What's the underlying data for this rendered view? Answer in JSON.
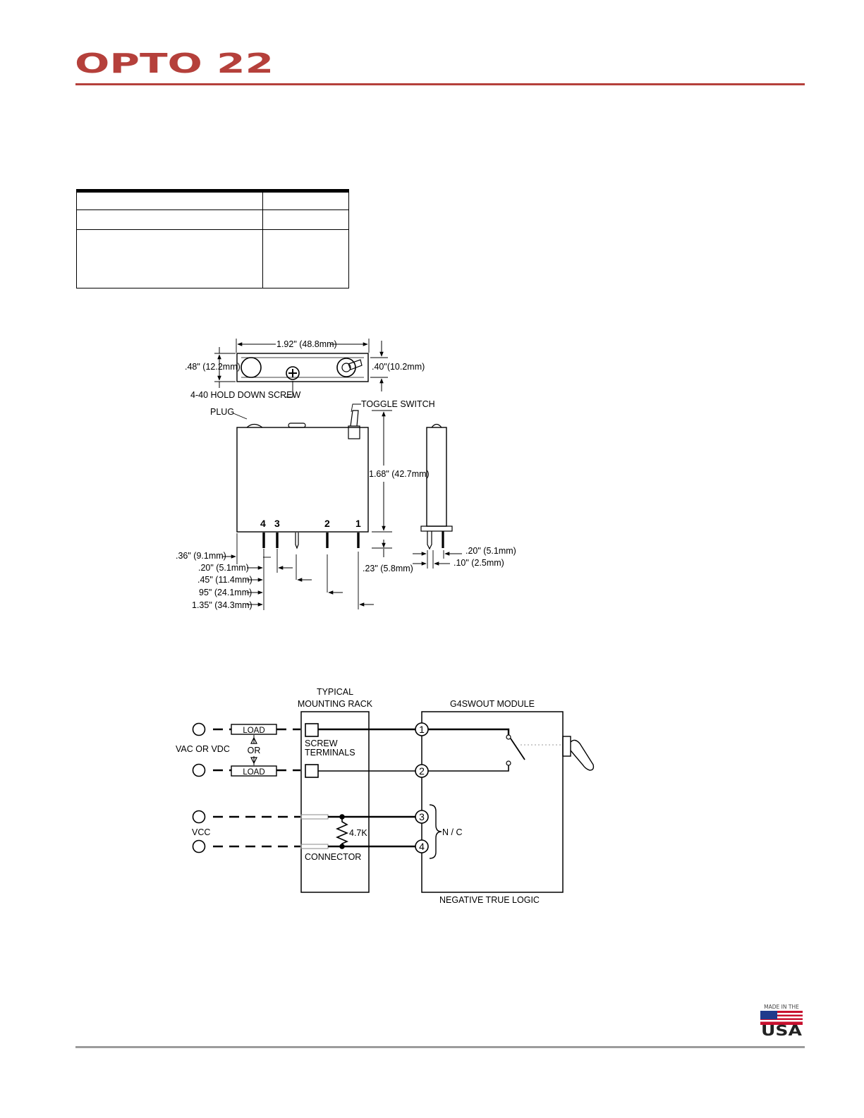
{
  "brand": {
    "logo_text": "OPTO 22",
    "logo_color": "#b5403b",
    "rule_color": "#b5403b",
    "footer_rule_color": "#9c9c9c"
  },
  "dimensional_drawing": {
    "width_label": "1.92\" (48.8mm)",
    "height_left_label": ".48\" (12.2mm)",
    "depth_right_label": ".40\"(10.2mm)",
    "hold_down_label": "4-40 HOLD DOWN SCREW",
    "plug_label": "PLUG",
    "toggle_label": "TOGGLE SWITCH",
    "body_height_label": "1.68\" (42.7mm)",
    "pin_numbers": [
      "4",
      "3",
      "2",
      "1"
    ],
    "left_dims": [
      ".36\" (9.1mm)",
      ".20\" (5.1mm)",
      ".45\" (11.4mm)",
      "95\" (24.1mm)",
      "1.35\" (34.3mm)"
    ],
    "pin_length_label": ".23\" (5.8mm)",
    "side_pin_spacing_label": ".20\" (5.1mm)",
    "side_pin_offset_label": ".10\" (2.5mm)"
  },
  "wiring_diagram": {
    "rack_title_line1": "TYPICAL",
    "rack_title_line2": "MOUNTING RACK",
    "module_title": "G4SWOUT MODULE",
    "load_label": "LOAD",
    "or_label": "OR",
    "supply_label": "VAC OR VDC",
    "vcc_label": "VCC",
    "screw_terminals_line1": "SCREW",
    "screw_terminals_line2": "TERMINALS",
    "resistor_label": "4.7K",
    "connector_label": "CONNECTOR",
    "nc_label": "N / C",
    "logic_label": "NEGATIVE TRUE LOGIC",
    "terminals": [
      "1",
      "2",
      "3",
      "4"
    ]
  },
  "badge": {
    "line1": "MADE IN THE",
    "line2": "USA"
  }
}
